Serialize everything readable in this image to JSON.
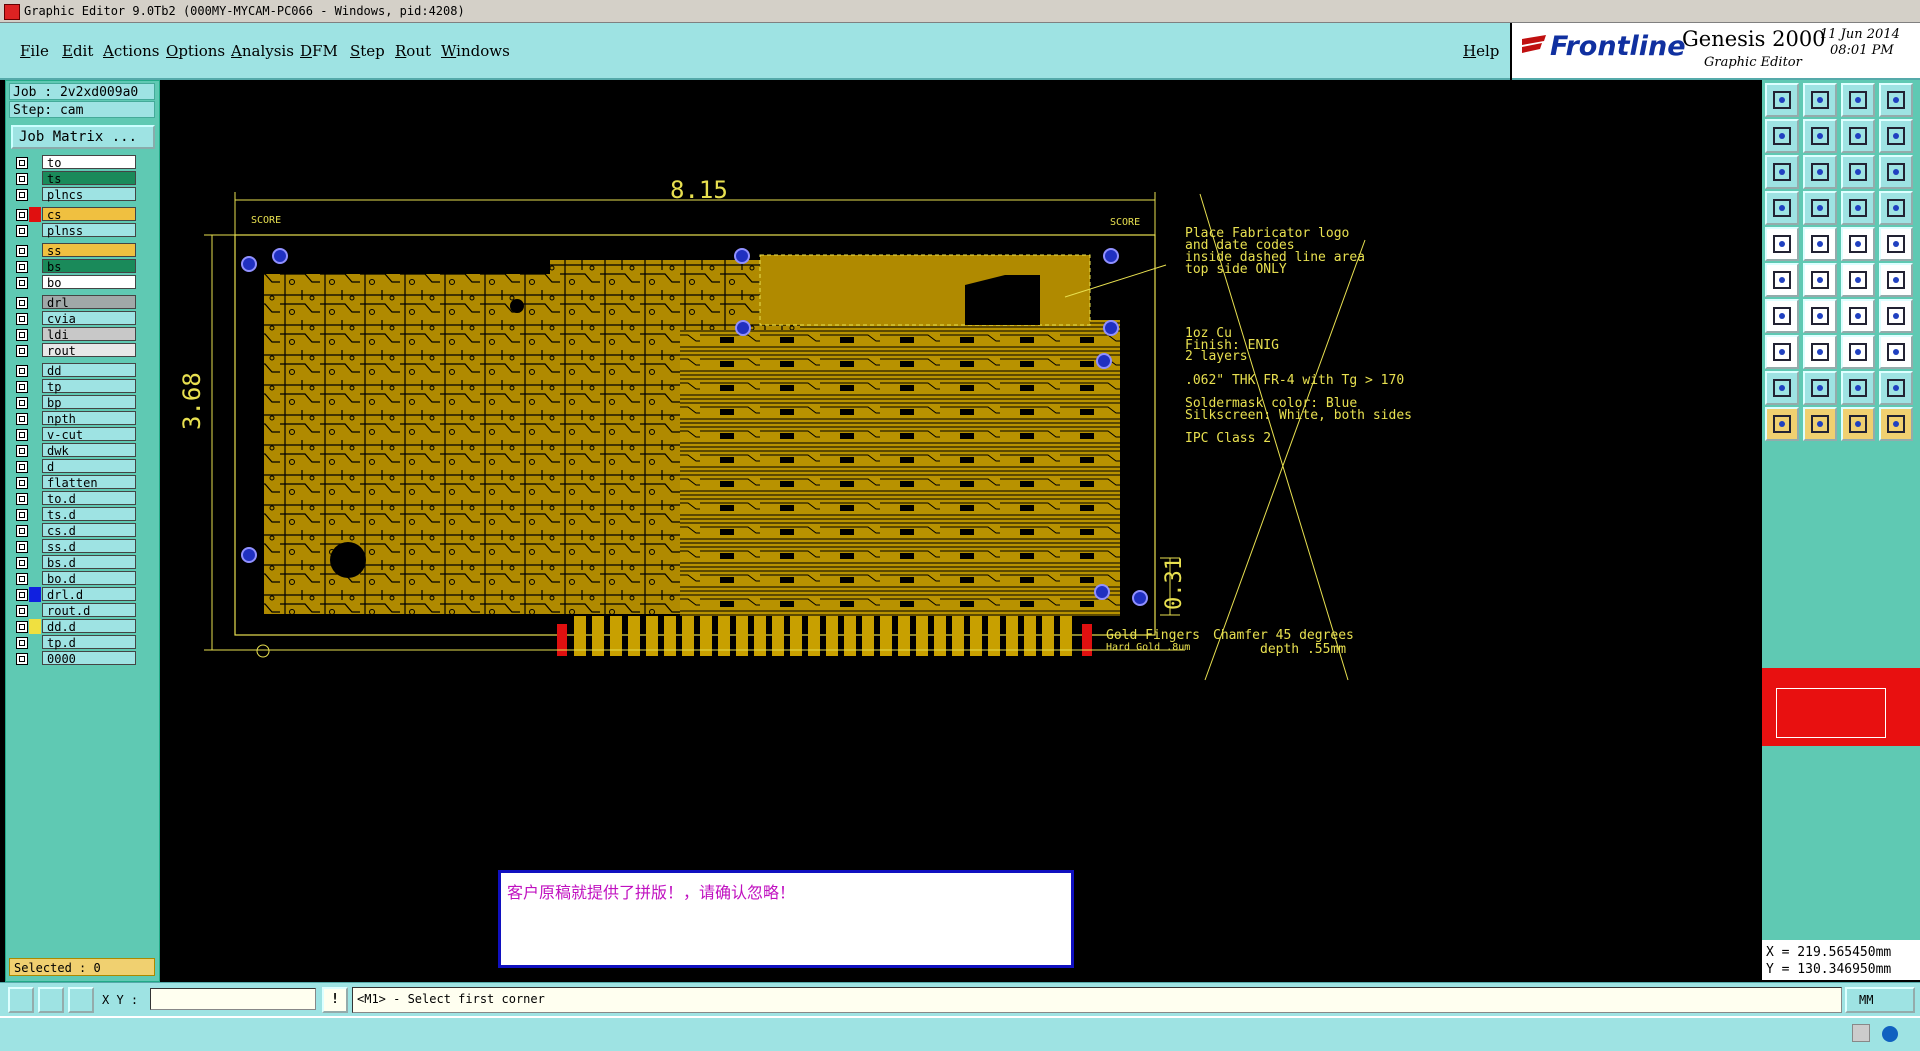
{
  "window": {
    "title": "Graphic Editor 9.0Tb2 (000MY-MYCAM-PC066 - Windows, pid:4208)"
  },
  "menu": [
    "File",
    "Edit",
    "Actions",
    "Options",
    "Analysis",
    "DFM",
    "Step",
    "Rout",
    "Windows"
  ],
  "help_label": "Help",
  "brand": {
    "logo": "Frontline",
    "product": "Genesis 2000",
    "subtitle": "Graphic Editor",
    "date": "11 Jun 2014",
    "time": "08:01 PM"
  },
  "job": {
    "job_label": "Job : 2v2xd009a0",
    "step_label": "Step: cam",
    "matrix_button": "Job Matrix ..."
  },
  "layers": [
    {
      "name": "to",
      "color": "#ffffff",
      "flag": ""
    },
    {
      "name": "ts",
      "color": "#1a8a5a",
      "flag": "✓"
    },
    {
      "name": "plncs",
      "color": "#9ee3e3",
      "flag": ""
    },
    {
      "name": "cs",
      "color": "#f0c040",
      "flag": "✓",
      "active": true
    },
    {
      "name": "plnss",
      "color": "#9ee3e3",
      "flag": ""
    },
    {
      "name": "ss",
      "color": "#f0c040",
      "flag": "✓"
    },
    {
      "name": "bs",
      "color": "#1a8a5a",
      "flag": "✓"
    },
    {
      "name": "bo",
      "color": "#ffffff",
      "flag": ""
    },
    {
      "name": "drl",
      "color": "#a0a8a8",
      "flag": ""
    },
    {
      "name": "cvia",
      "color": "#9ee3e3",
      "flag": ""
    },
    {
      "name": "ldi",
      "color": "#c8c8c8",
      "flag": ""
    },
    {
      "name": "rout",
      "color": "#e8e8e8",
      "flag": ""
    },
    {
      "name": "dd",
      "color": "#9ee3e3",
      "flag": ""
    },
    {
      "name": "tp",
      "color": "#9ee3e3",
      "flag": ""
    },
    {
      "name": "bp",
      "color": "#9ee3e3",
      "flag": ""
    },
    {
      "name": "npth",
      "color": "#9ee3e3",
      "flag": ""
    },
    {
      "name": "v-cut",
      "color": "#9ee3e3",
      "flag": ""
    },
    {
      "name": "dwk",
      "color": "#9ee3e3",
      "flag": ""
    },
    {
      "name": "d",
      "color": "#9ee3e3",
      "flag": ""
    },
    {
      "name": "flatten",
      "color": "#9ee3e3",
      "flag": ""
    },
    {
      "name": "to.d",
      "color": "#9ee3e3",
      "flag": ""
    },
    {
      "name": "ts.d",
      "color": "#9ee3e3",
      "flag": "✓"
    },
    {
      "name": "cs.d",
      "color": "#9ee3e3",
      "flag": "✓"
    },
    {
      "name": "ss.d",
      "color": "#9ee3e3",
      "flag": "✓"
    },
    {
      "name": "bs.d",
      "color": "#9ee3e3",
      "flag": "✓"
    },
    {
      "name": "bo.d",
      "color": "#9ee3e3",
      "flag": ""
    },
    {
      "name": "drl.d",
      "color": "#9ee3e3",
      "flag": ""
    },
    {
      "name": "rout.d",
      "color": "#9ee3e3",
      "flag": ""
    },
    {
      "name": "dd.d",
      "color": "#9ee3e3",
      "flag": ""
    },
    {
      "name": "tp.d",
      "color": "#9ee3e3",
      "flag": ""
    },
    {
      "name": "0000",
      "color": "#9ee3e3",
      "flag": ""
    }
  ],
  "layer_swatches": {
    "3": "#e01010",
    "26": "#1020e0",
    "28": "#f0e040"
  },
  "selected_label": "Selected : 0",
  "board": {
    "width_dim": "8.15",
    "height_dim": "3.68",
    "edge_dim": "0.31",
    "score_left": "SCORE",
    "score_right": "SCORE",
    "notes1": [
      "Place Fabricator logo",
      "and date codes",
      "inside dashed line area",
      "top side ONLY"
    ],
    "notes2": [
      "1oz Cu",
      "Finish: ENIG",
      "2 layers",
      "",
      ".062\" THK FR-4 with Tg > 170",
      "",
      "Soldermask color: Blue",
      "Silkscreen: White, both sides",
      "",
      "IPC Class 2"
    ],
    "gold1": "Gold Fingers",
    "gold2": "Hard Gold .8um",
    "chamfer1": "Chamfer 45 degrees",
    "chamfer2": "depth .55mm"
  },
  "message": "客户原稿就提供了拼版！，请确认忽略！",
  "coords": {
    "x": "X = 219.565450mm",
    "y": "Y = 130.346950mm"
  },
  "bottom": {
    "xy_label": "X Y :",
    "xy_value": "",
    "prompt": "<M1> - Select first corner",
    "units": "MM"
  },
  "colors": {
    "accent": "#9ee3e3",
    "panel": "#5fc9b3",
    "copper": "#b89200",
    "trace": "#c8a000"
  }
}
